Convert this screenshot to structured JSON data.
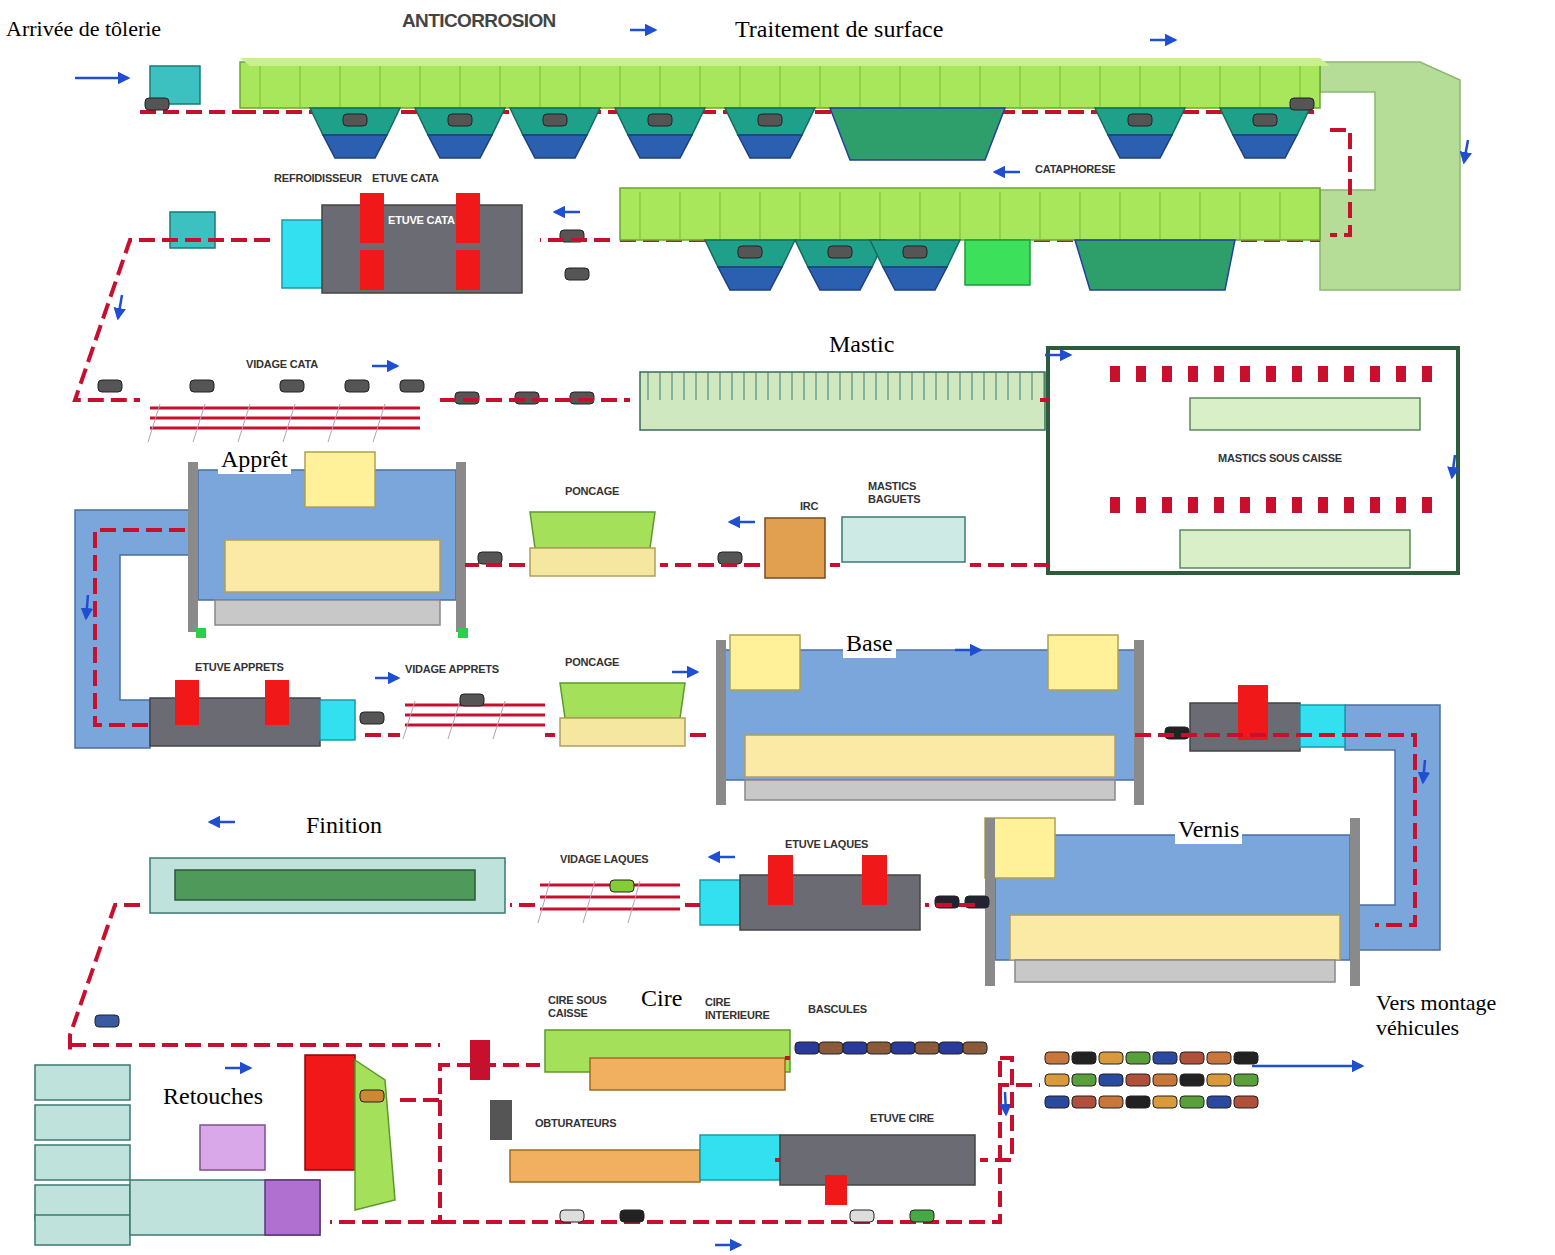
{
  "diagram": {
    "nodes": [
      {
        "text": [
          "ANTICORROSION",
          "Traitement de surface"
        ]
      },
      {
        "text": [
          "CATAPHORESE"
        ]
      },
      {
        "text": [
          "REFROIDISSEUR",
          "ETUVE CATA",
          "ETUVE CATA"
        ]
      },
      {
        "text": [
          "VIDAGE CATA"
        ]
      },
      {
        "text": [
          "Mastic"
        ]
      },
      {
        "text": [
          "MASTICS SOUS CAISSE"
        ]
      },
      {
        "text": [
          "MASTICS BAGUETS"
        ]
      },
      {
        "text": [
          "IRC"
        ]
      },
      {
        "text": [
          "PONCAGE"
        ]
      },
      {
        "text": [
          "Apprêt"
        ]
      },
      {
        "text": [
          "ETUVE APPRETS"
        ]
      },
      {
        "text": [
          "VIDAGE APPRETS"
        ]
      },
      {
        "text": [
          "PONCAGE"
        ]
      },
      {
        "text": [
          "Base"
        ]
      },
      {
        "text": [
          "Vernis"
        ]
      },
      {
        "text": [
          "ETUVE LAQUES"
        ]
      },
      {
        "text": [
          "VIDAGE LAQUES"
        ]
      },
      {
        "text": [
          "Finition"
        ]
      },
      {
        "text": [
          "Retouches"
        ]
      },
      {
        "text": [
          "CIRE SOUS CAISSE",
          "Cire",
          "CIRE INTERIEURE"
        ]
      },
      {
        "text": [
          "BASCULES"
        ]
      },
      {
        "text": [
          "OBTURATEURS"
        ]
      },
      {
        "text": [
          "ETUVE CIRE"
        ]
      }
    ],
    "edges": [
      {
        "from": 0,
        "to": 1,
        "arrow": "none"
      },
      {
        "from": 1,
        "to": 2,
        "arrow": "none"
      },
      {
        "from": 2,
        "to": 3,
        "arrow": "none"
      },
      {
        "from": 3,
        "to": 4,
        "arrow": "none"
      },
      {
        "from": 4,
        "to": 5,
        "arrow": "none"
      },
      {
        "from": 5,
        "to": 6,
        "arrow": "none"
      },
      {
        "from": 6,
        "to": 7,
        "arrow": "none"
      },
      {
        "from": 7,
        "to": 8,
        "arrow": "none"
      },
      {
        "from": 8,
        "to": 9,
        "arrow": "none"
      },
      {
        "from": 9,
        "to": 10,
        "arrow": "none"
      },
      {
        "from": 10,
        "to": 11,
        "arrow": "none"
      },
      {
        "from": 11,
        "to": 12,
        "arrow": "none"
      },
      {
        "from": 12,
        "to": 13,
        "arrow": "none"
      },
      {
        "from": 13,
        "to": 14,
        "arrow": "none"
      },
      {
        "from": 14,
        "to": 15,
        "arrow": "none"
      },
      {
        "from": 15,
        "to": 16,
        "arrow": "none"
      },
      {
        "from": 16,
        "to": 17,
        "arrow": "none"
      },
      {
        "from": 17,
        "to": 18,
        "arrow": "none"
      },
      {
        "from": 18,
        "to": 19,
        "arrow": "none"
      },
      {
        "from": 19,
        "to": 20,
        "arrow": "none"
      },
      {
        "from": 20,
        "to": 22,
        "arrow": "none"
      },
      {
        "from": 22,
        "to": 21,
        "arrow": "none"
      }
    ],
    "labels": [
      "Arrivée de tôlerie",
      "Vers montage véhicules"
    ]
  }
}
